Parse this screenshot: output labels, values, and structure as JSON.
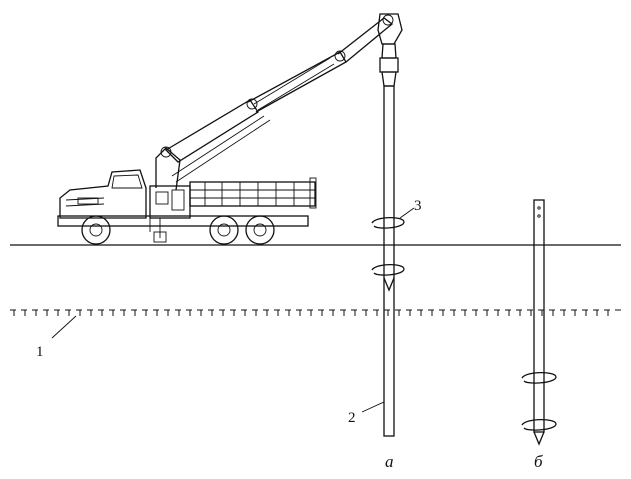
{
  "labels": {
    "frozen_boundary": "1",
    "pile_shaft": "2",
    "helix_blade": "3",
    "variant_a": "а",
    "variant_b": "б"
  },
  "icons": {
    "truck": "crane-truck-icon"
  }
}
